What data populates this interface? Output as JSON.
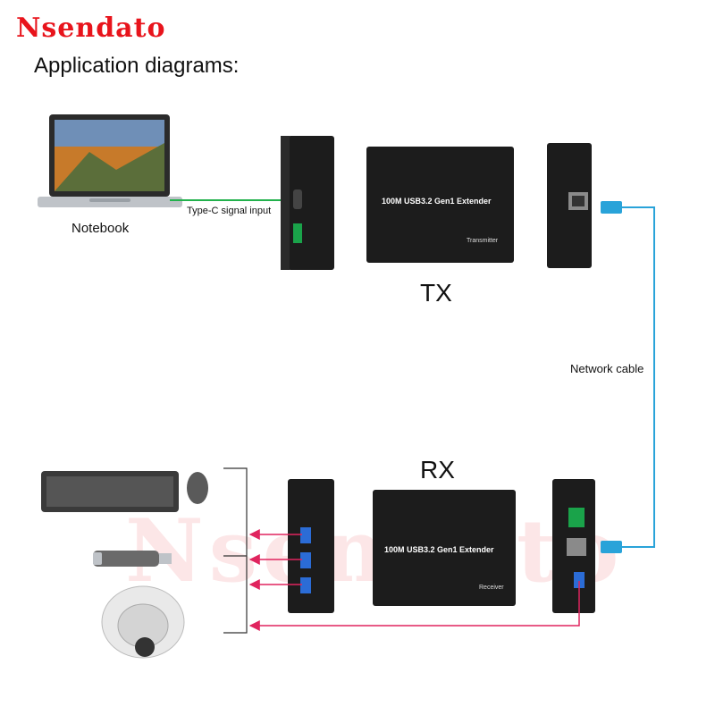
{
  "brand": "Nsendato",
  "subtitle": "Application diagrams:",
  "labels": {
    "notebook": "Notebook",
    "typec": "Type-C signal input",
    "tx": "TX",
    "rx": "RX",
    "network": "Network cable"
  },
  "transmitter": {
    "title": "100M USB3.2 Gen1 Extender",
    "sub": "Transmitter"
  },
  "receiver": {
    "title": "100M USB3.2 Gen1 Extender",
    "sub": "Receiver"
  },
  "watermark": "Nsendato",
  "colors": {
    "brand": "#e8141c",
    "typec_line": "#22b14c",
    "network_line": "#29a3d9",
    "usb_arrow": "#e0245e",
    "device_body": "#1c1c1c"
  }
}
